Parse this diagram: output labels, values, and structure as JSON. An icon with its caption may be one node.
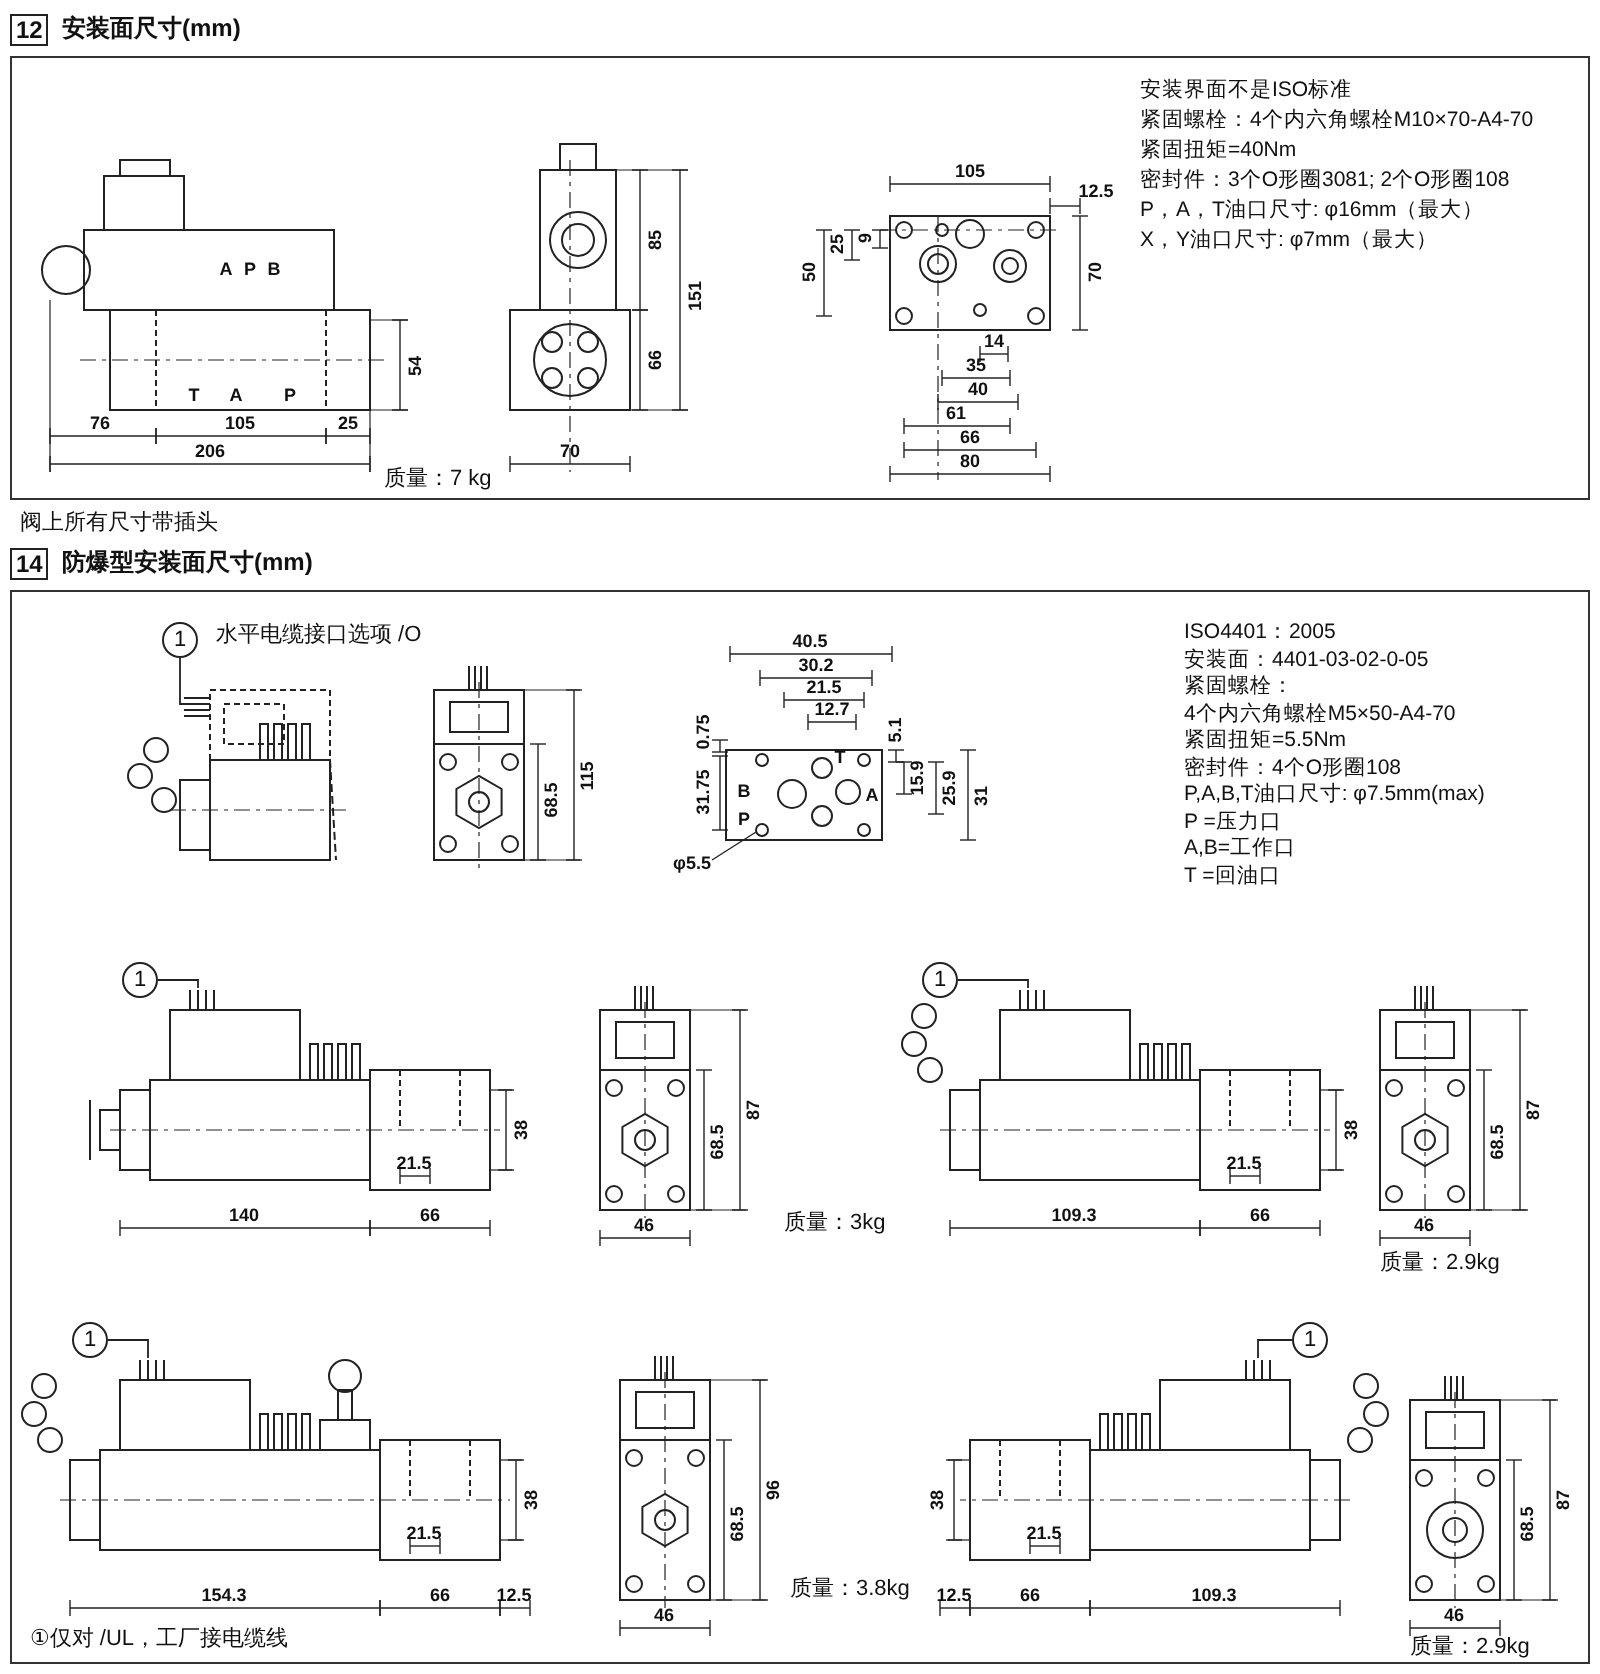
{
  "diagram": {
    "nodes": [
      {
        "text": [
          "12",
          "安装面尺寸(mm)"
        ]
      },
      {
        "text": [
          "14",
          "防爆型安装面尺寸(mm)"
        ]
      },
      {
        "text": [
          "1"
        ],
        "in": 1
      },
      {
        "text": [
          "1"
        ],
        "in": 1
      },
      {
        "text": [
          "1"
        ],
        "in": 1
      },
      {
        "text": [
          "1"
        ],
        "in": 1
      },
      {
        "text": [
          "1"
        ],
        "in": 1
      }
    ],
    "edges": [
      {
        "from": 2,
        "to": null,
        "arrow": "none"
      },
      {
        "from": 3,
        "to": null,
        "arrow": "none"
      },
      {
        "from": 4,
        "to": null,
        "arrow": "none"
      },
      {
        "from": 5,
        "to": null,
        "arrow": "none"
      },
      {
        "from": 6,
        "to": null,
        "arrow": "none"
      }
    ],
    "labels": [
      "54",
      "76",
      "105",
      "25",
      "206",
      "A",
      "P",
      "B",
      "T",
      "A",
      "P",
      "85",
      "151",
      "66",
      "70",
      "质量：7 kg",
      "105",
      "12.5",
      "9",
      "25",
      "50",
      "70",
      "14",
      "35",
      "40",
      "61",
      "66",
      "80",
      "安装界面不是ISO标准",
      "紧固螺栓：4个内六角螺栓M10×70-A4-70",
      "紧固扭矩=40Nm",
      "密封件：3个O形圈3081; 2个O形圈108",
      "P，A，T油口尺寸: φ16mm（最大）",
      "X，Y油口尺寸: φ7mm（最大）",
      "阀上所有尺寸带插头",
      "水平电缆接口选项 /O",
      "115",
      "68.5",
      "40.5",
      "30.2",
      "21.5",
      "12.7",
      "0.75",
      "31.75",
      "5.1",
      "15.9",
      "25.9",
      "31",
      "φ5.5",
      "B",
      "T",
      "A",
      "P",
      "ISO4401：2005",
      "安装面：4401-03-02-0-05",
      "紧固螺栓：",
      "4个内六角螺栓M5×50-A4-70",
      "紧固扭矩=5.5Nm",
      "密封件：4个O形圈108",
      "P,A,B,T油口尺寸: φ7.5mm(max)",
      "P =压力口",
      "A,B=工作口",
      "T =回油口",
      "38",
      "21.5",
      "140",
      "66",
      "87",
      "68.5",
      "46",
      "质量：3kg",
      "38",
      "21.5",
      "109.3",
      "66",
      "87",
      "68.5",
      "46",
      "质量：2.9kg",
      "38",
      "21.5",
      "154.3",
      "66",
      "12.5",
      "96",
      "68.5",
      "46",
      "质量：3.8kg",
      "38",
      "21.5",
      "12.5",
      "66",
      "109.3",
      "87",
      "68.5",
      "46",
      "质量：2.9kg",
      "①仅对 /UL，工厂接电缆线"
    ]
  }
}
